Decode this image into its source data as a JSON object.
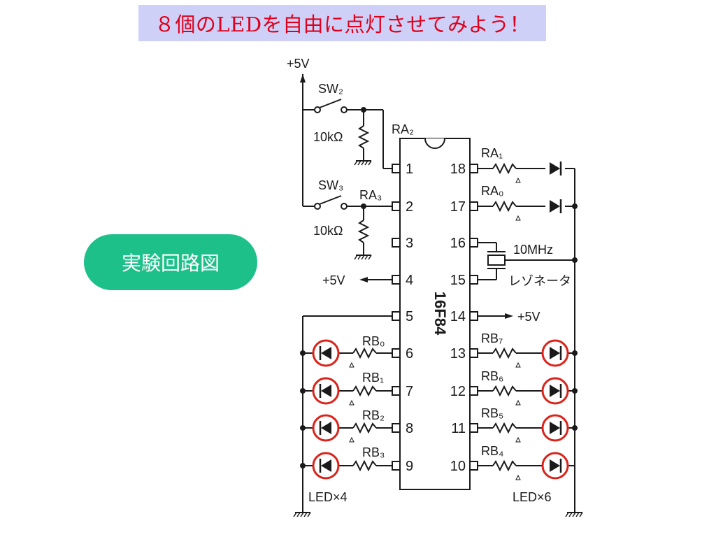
{
  "title": "８個のLEDを自由に点灯させてみよう！",
  "section_label": "実験回路図",
  "colors": {
    "title_bg": "#cfd0f7",
    "title_text": "#e0001b",
    "pill_bg": "#1ec08a",
    "led_circle": "#d9241c"
  },
  "circuit": {
    "supply_top": "+5V",
    "sw2": "SW₂",
    "sw3": "SW₃",
    "r_pull1": "10kΩ",
    "r_pull2": "10kΩ",
    "ra2": "RA₂",
    "ra3": "RA₃",
    "ra1": "RA₁",
    "ra0": "RA₀",
    "osc_freq": "10MHz",
    "osc_name": "レゾネータ",
    "pin4_supply": "+5V",
    "pin14_supply": "+5V",
    "chip_name": "16F84",
    "rb0": "RB₀",
    "rb1": "RB₁",
    "rb2": "RB₂",
    "rb3": "RB₃",
    "rb4": "RB₄",
    "rb5": "RB₅",
    "rb6": "RB₆",
    "rb7": "RB₇",
    "led_left": "LED×4",
    "led_right": "LED×6",
    "left_pins": [
      "1",
      "2",
      "3",
      "4",
      "5",
      "6",
      "7",
      "8",
      "9"
    ],
    "right_pins": [
      "18",
      "17",
      "16",
      "15",
      "14",
      "13",
      "12",
      "11",
      "10"
    ]
  }
}
